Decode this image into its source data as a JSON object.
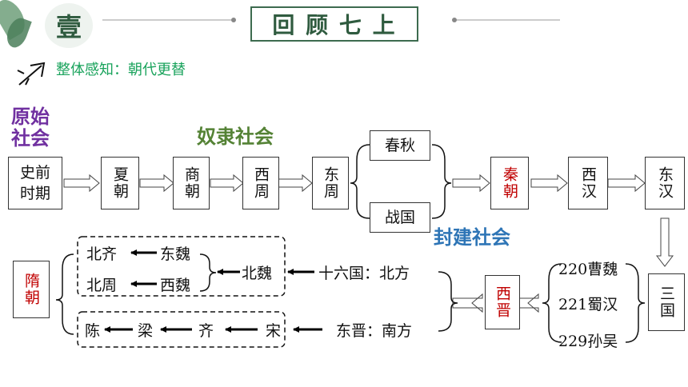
{
  "header": {
    "badge": "壹",
    "title": "回 顾 七 上",
    "subtitle": "整体感知：朝代更替"
  },
  "colors": {
    "primitive": "#7030a0",
    "slave": "#548235",
    "feudal": "#2e75b6",
    "dynasty_red": "#c00000",
    "header_green": "#3d6b4f"
  },
  "stages": {
    "primitive": "原始社会",
    "slave": "奴隶社会",
    "feudal": "封建社会"
  },
  "row1": {
    "prehistoric": "史前时期",
    "xia": "夏朝",
    "shang": "商朝",
    "western_zhou": "西周",
    "eastern_zhou": "东周",
    "spring_autumn": "春秋",
    "warring_states": "战国",
    "qin": "秦朝",
    "western_han": "西汉",
    "eastern_han": "东汉"
  },
  "three_kingdoms": {
    "box": "三国",
    "wei": "220曹魏",
    "shu": "221蜀汉",
    "wu": "229孙吴"
  },
  "western_jin": "西晋",
  "north": {
    "label": "十六国：北方",
    "northern_wei": "北魏",
    "northern_qi": "北齐",
    "eastern_wei": "东魏",
    "northern_zhou": "北周",
    "western_wei": "西魏"
  },
  "south": {
    "label": "东晋：南方",
    "song": "宋",
    "qi": "齐",
    "liang": "梁",
    "chen": "陈"
  },
  "sui": "隋朝"
}
